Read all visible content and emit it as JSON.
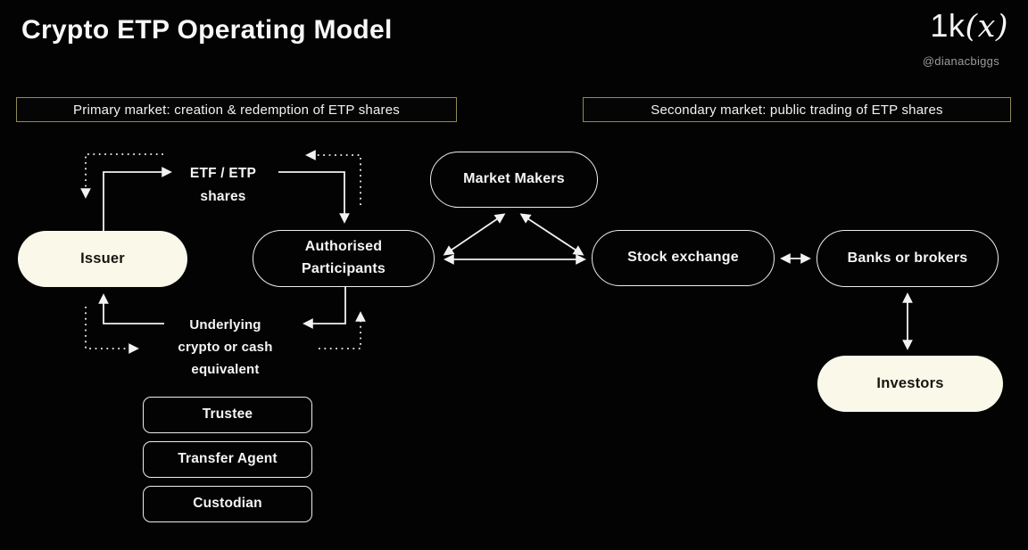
{
  "header": {
    "title": "Crypto ETP Operating Model",
    "logo_prefix": "1k",
    "logo_fn": "(x)",
    "handle": "@dianacbiggs"
  },
  "sections": {
    "primary": "Primary market: creation & redemption of ETP shares",
    "secondary": "Secondary market: public trading of ETP shares"
  },
  "nodes": {
    "issuer": "Issuer",
    "etf_etp_shares": "ETF / ETP\nshares",
    "authorised_participants": "Authorised\nParticipants",
    "market_makers": "Market Makers",
    "stock_exchange": "Stock exchange",
    "banks_or_brokers": "Banks or brokers",
    "investors": "Investors",
    "underlying": "Underlying\ncrypto or cash\nequivalent",
    "trustee": "Trustee",
    "transfer_agent": "Transfer Agent",
    "custodian": "Custodian"
  },
  "colors": {
    "background": "#030303",
    "node_fill_cream": "#FAF8E9",
    "node_border_white": "#EDEDED",
    "section_border_olive": "#8E8C55",
    "text_white": "#F5F5F5",
    "handle_gray": "#9B9B9B"
  }
}
